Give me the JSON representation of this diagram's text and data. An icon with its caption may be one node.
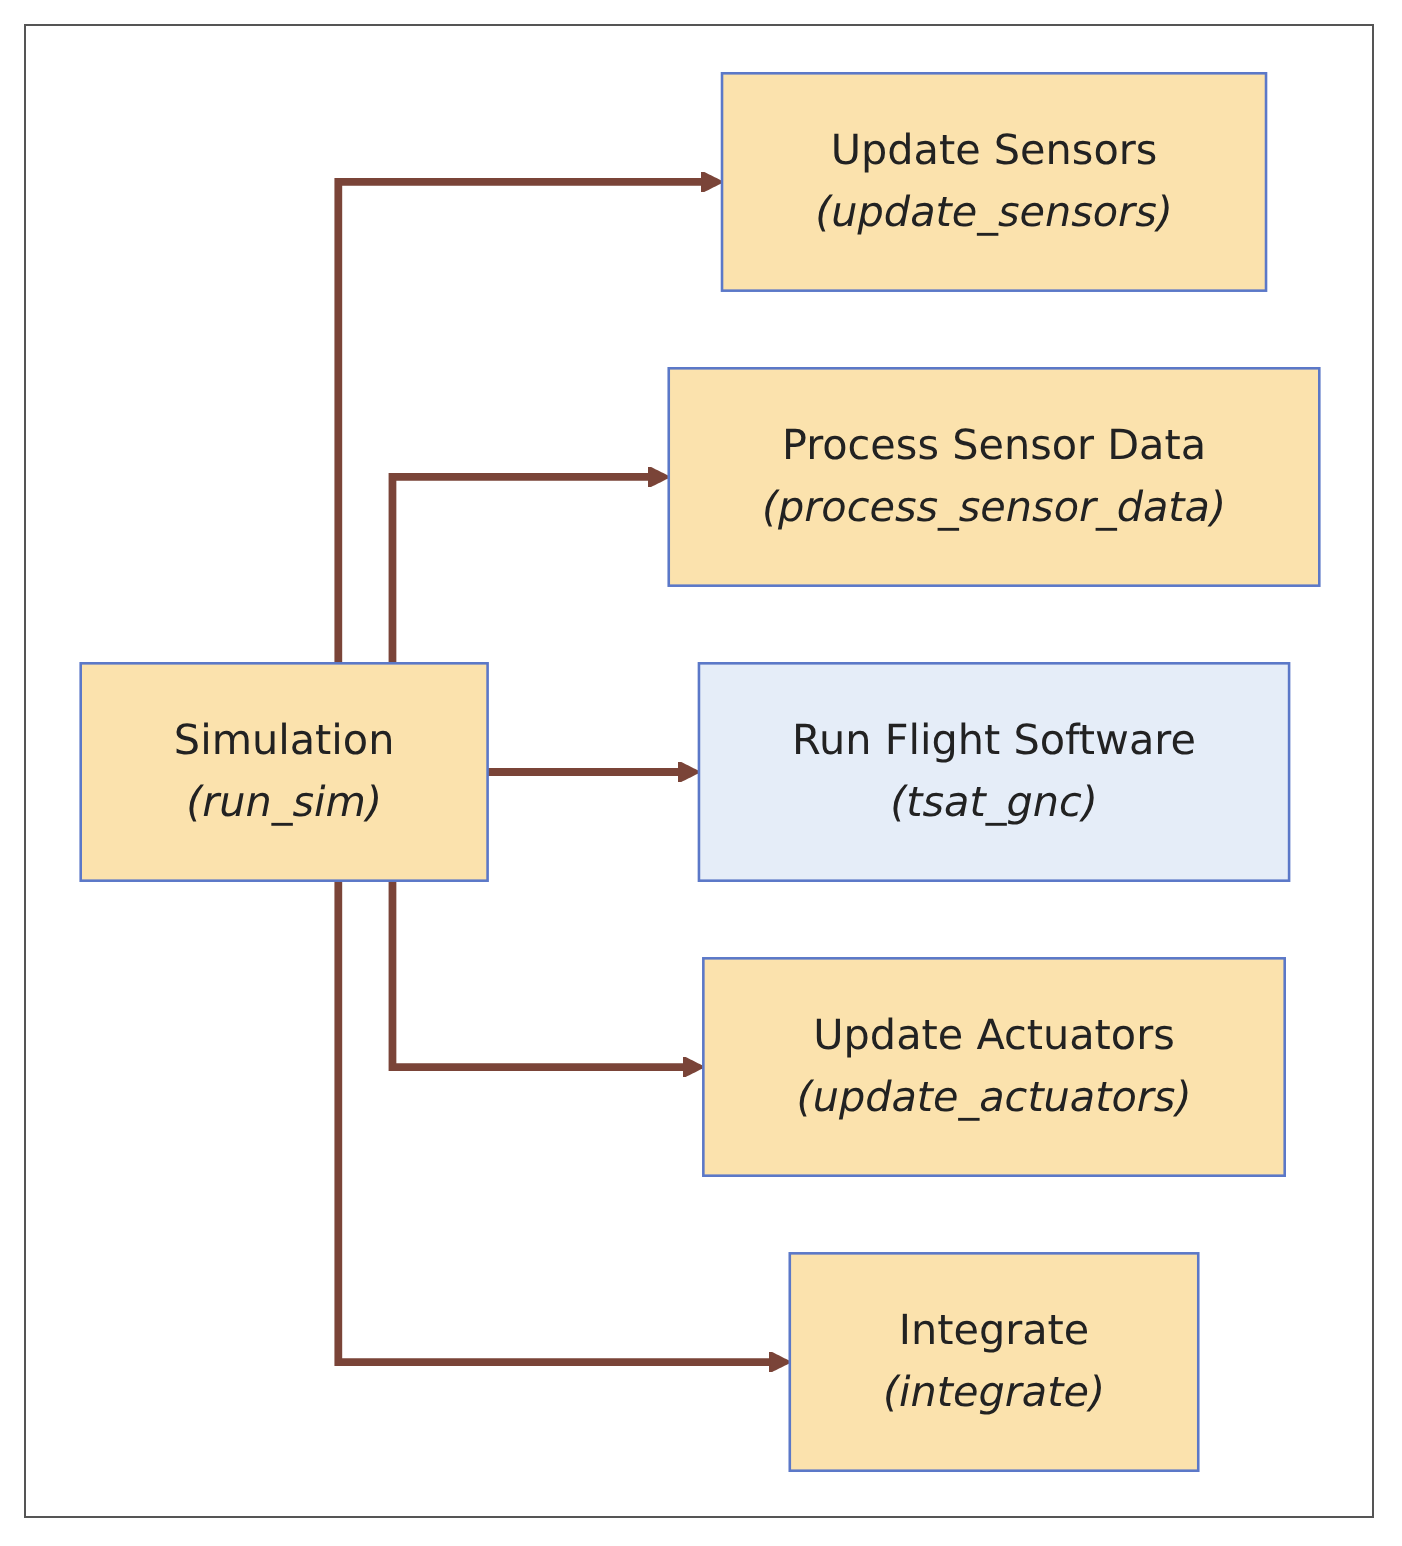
{
  "diagram": {
    "nodes": [
      {
        "text": [
          "Simulation",
          "(run_sim)"
        ]
      },
      {
        "text": [
          "Update Sensors",
          "(update_sensors)"
        ]
      },
      {
        "text": [
          "Process Sensor Data",
          "(process_sensor_data)"
        ]
      },
      {
        "text": [
          "Run Flight Software",
          "(tsat_gnc)"
        ]
      },
      {
        "text": [
          "Update Actuators",
          "(update_actuators)"
        ]
      },
      {
        "text": [
          "Integrate",
          "(integrate)"
        ]
      }
    ],
    "edges": [
      {
        "from": 0,
        "to": 1,
        "arrow": "to"
      },
      {
        "from": 0,
        "to": 2,
        "arrow": "to"
      },
      {
        "from": 0,
        "to": 3,
        "arrow": "to"
      },
      {
        "from": 0,
        "to": 4,
        "arrow": "to"
      },
      {
        "from": 0,
        "to": 5,
        "arrow": "to"
      }
    ]
  }
}
